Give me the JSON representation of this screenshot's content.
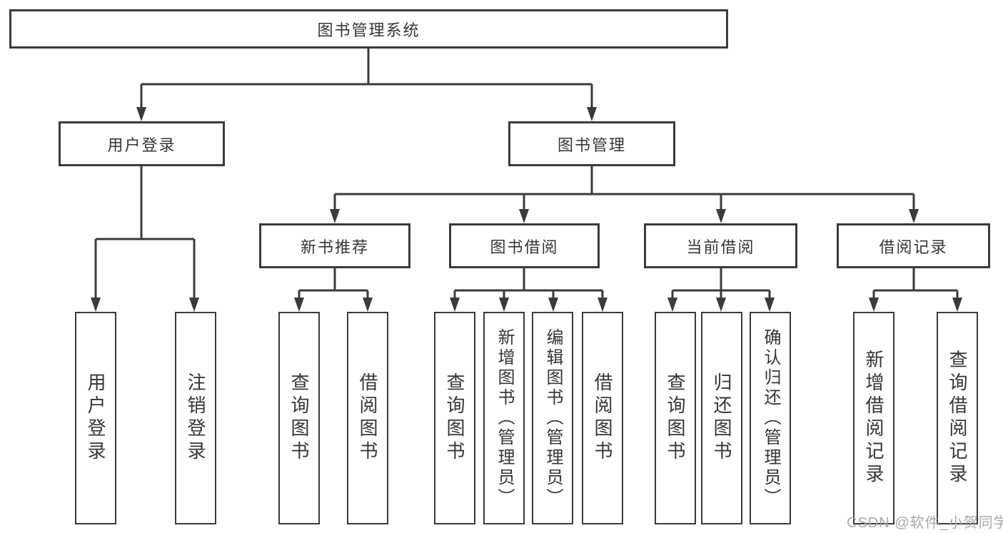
{
  "nodes": {
    "root": "图书管理系统",
    "login": "用户登录",
    "manage": "图书管理",
    "recommend": "新书推荐",
    "borrow": "图书借阅",
    "current": "当前借阅",
    "records": "借阅记录",
    "login_user_login": "用户登录",
    "login_logout": "注销登录",
    "recommend_query": "查询图书",
    "recommend_borrow": "借阅图书",
    "borrow_query": "查询图书",
    "borrow_add": "新增图书（管理员）",
    "borrow_edit": "编辑图书（管理员）",
    "borrow_borrow": "借阅图书",
    "current_query": "查询图书",
    "current_return": "归还图书",
    "current_confirm": "确认归还（管理员）",
    "records_add": "新增借阅记录",
    "records_query": "查询借阅记录"
  },
  "watermark": "CSDN @软件_小贺同学",
  "colors": {
    "line": "#3b3b3b",
    "text": "#363636",
    "watermark": "#a9a9a9",
    "background": "#ffffff"
  }
}
